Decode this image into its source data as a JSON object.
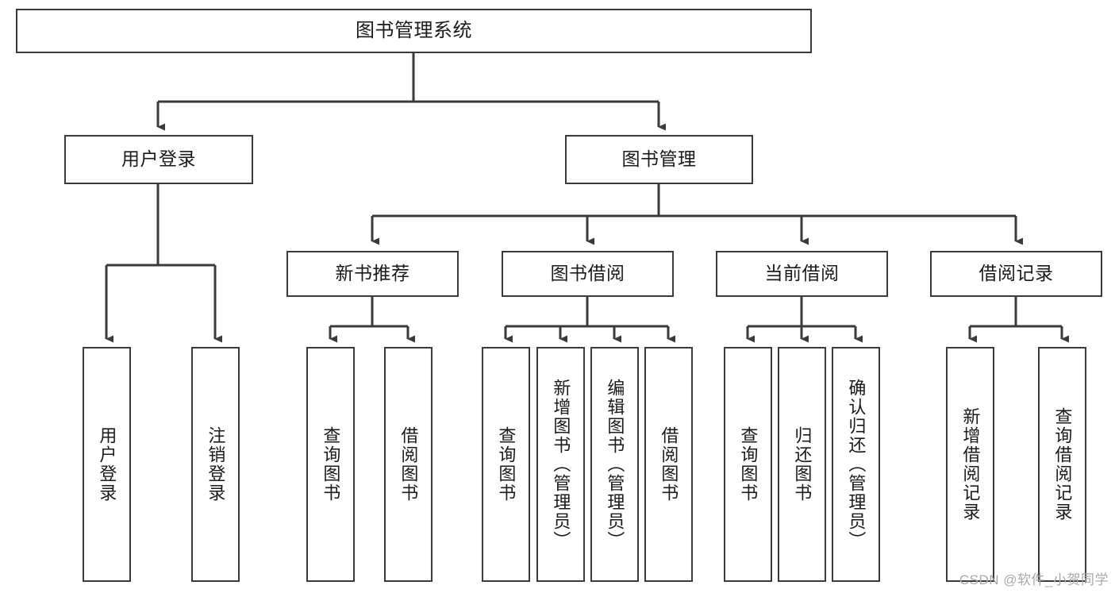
{
  "diagram": {
    "title": "图书管理系统",
    "watermark": "CSDN @软件_小贺同学",
    "line_color": "#3a3a3a",
    "box_border_color": "#3a3a3a",
    "background_color": "#ffffff",
    "text_color": "#1a1a1a",
    "level2": [
      {
        "label": "用户登录"
      },
      {
        "label": "图书管理"
      }
    ],
    "level3": [
      {
        "label": "新书推荐"
      },
      {
        "label": "图书借阅"
      },
      {
        "label": "当前借阅"
      },
      {
        "label": "借阅记录"
      }
    ],
    "leaves": {
      "user_login": [
        {
          "label": "用户登录"
        },
        {
          "label": "注销登录"
        }
      ],
      "new_book": [
        {
          "label": "查询图书"
        },
        {
          "label": "借阅图书"
        }
      ],
      "book_borrow": [
        {
          "label": "查询图书"
        },
        {
          "label": "新增图书（管理员）"
        },
        {
          "label": "编辑图书（管理员）"
        },
        {
          "label": "借阅图书"
        }
      ],
      "current_borrow": [
        {
          "label": "查询图书"
        },
        {
          "label": "归还图书"
        },
        {
          "label": "确认归还（管理员）"
        }
      ],
      "borrow_record": [
        {
          "label": "新增借阅记录"
        },
        {
          "label": "查询借阅记录"
        }
      ]
    }
  }
}
